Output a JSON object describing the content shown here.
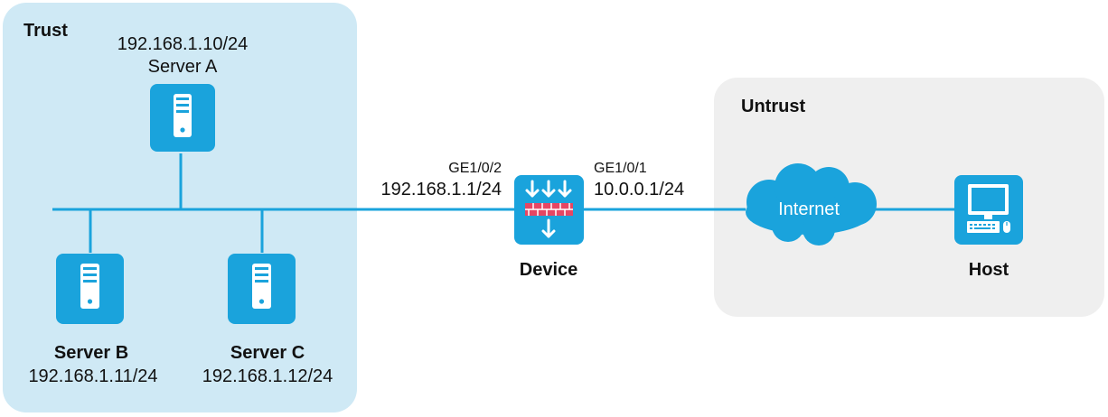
{
  "zones": {
    "trust": {
      "label": "Trust",
      "color": "#cfe9f5"
    },
    "untrust": {
      "label": "Untrust",
      "color": "#efefef"
    }
  },
  "icon_color": "#1aa3dc",
  "line_color": "#1aa3dc",
  "servers": {
    "a": {
      "ip": "192.168.1.10/24",
      "name": "Server A"
    },
    "b": {
      "name": "Server B",
      "ip": "192.168.1.11/24"
    },
    "c": {
      "name": "Server C",
      "ip": "192.168.1.12/24"
    }
  },
  "device": {
    "name": "Device",
    "left_port": {
      "name": "GE1/0/2",
      "ip": "192.168.1.1/24"
    },
    "right_port": {
      "name": "GE1/0/1",
      "ip": "10.0.0.1/24"
    }
  },
  "internet": {
    "label": "Internet"
  },
  "host": {
    "name": "Host"
  }
}
